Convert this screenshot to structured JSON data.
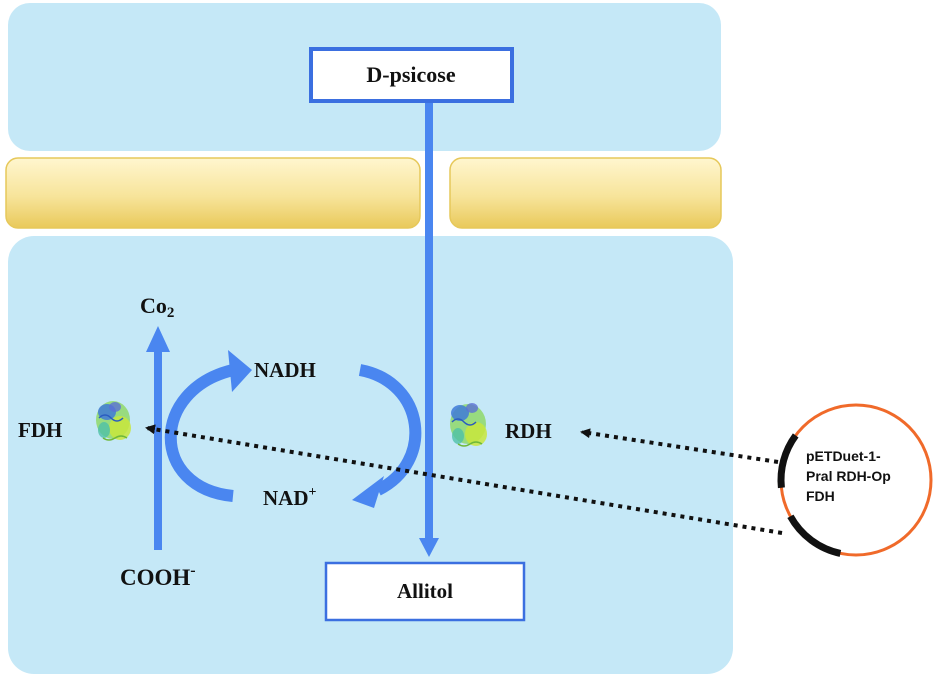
{
  "labels": {
    "substrate": "D-psicose",
    "product": "Allitol",
    "co2_main": "Co",
    "co2_sub": "2",
    "nadh": "NADH",
    "nad_main": "NAD",
    "nad_sup": "+",
    "formate_main": "COOH",
    "formate_sup": "-",
    "fdh": "FDH",
    "rdh": "RDH"
  },
  "plasmid": {
    "line1": "pETDuet-1-",
    "line2": "Pral RDH-Op",
    "line3": "FDH"
  },
  "colors": {
    "cell_fill": "#c5e8f7",
    "membrane": "#f7e49a",
    "arrow": "#4a86f0",
    "box_border": "#3b6fe0",
    "plasmid_ring": "#f06a2a",
    "plasmid_marker": "#111111"
  },
  "icons": {
    "fdh_protein": "protein-structure-icon",
    "rdh_protein": "protein-structure-icon"
  }
}
